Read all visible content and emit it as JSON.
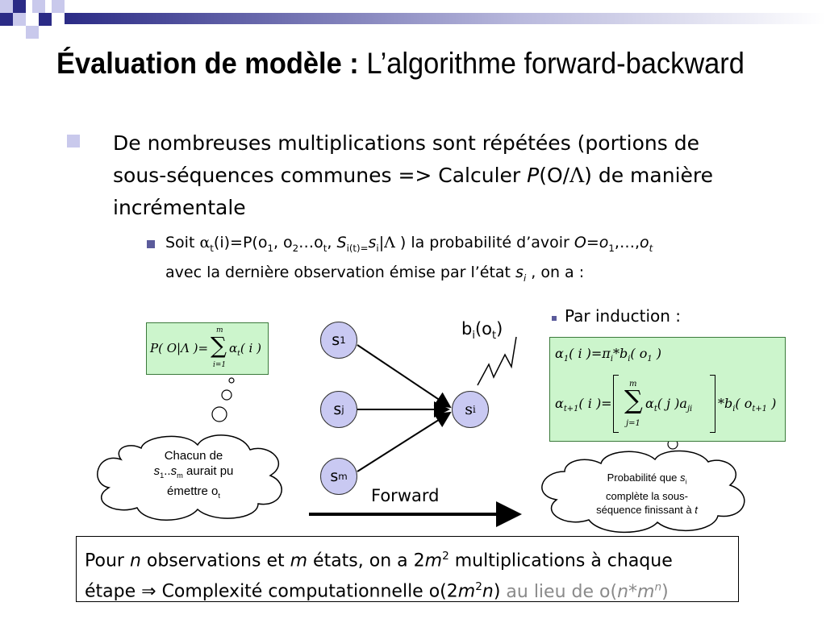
{
  "slide": {
    "title_bold": "Évaluation de modèle :",
    "title_regular": "L’algorithme forward-backward",
    "bullet_main": {
      "line1": "De nombreuses multiplications sont répétées (portions de",
      "line2_pre": "sous-séquences communes => Calculer ",
      "line2_p": "P",
      "line2_o": "(O/",
      "line2_lambda": "Λ",
      "line2_post": ") de manière",
      "line3": "incrémentale"
    },
    "bullet_sub": {
      "soit": "Soit ",
      "alpha": "α",
      "t": "t",
      "def1": "(i)=P(o",
      "s1": "1",
      "def2": ", o",
      "s2": "2",
      "def3": "…o",
      "st": "t",
      "def4": ", ",
      "S": "S",
      "Ssub": "i(t)=",
      "s": "s",
      "ssub": "i",
      "bar": "|",
      "lambda": "Λ",
      "def5": " ) la probabilité  d’avoir ",
      "O": "O",
      "eq": "=",
      "o1": "o",
      "o1s": "1",
      "dots": ",…,",
      "ot": "o",
      "ots": "t",
      "line2_pre": "avec la dernière observation émise  par l’état ",
      "line2_s": "s",
      "line2_ssub": "i",
      "line2_post": " ,   on a :"
    },
    "induction_label": "Par induction :",
    "forward_label": "Forward",
    "emission_label": {
      "b": "b",
      "i": "i",
      "open": "(o",
      "t": "t",
      "close": ")"
    },
    "nodes": [
      {
        "letter": "s",
        "sub": "1"
      },
      {
        "letter": "s",
        "sub": "j"
      },
      {
        "letter": "s",
        "sub": "m"
      },
      {
        "letter": "s",
        "sub": "i"
      }
    ],
    "formula_left": {
      "lhs": "P( O|Λ )=",
      "sum_top": "m",
      "sum_bottom": "i=1",
      "alpha": "α",
      "alpha_sub": "t",
      "rhs": "( i )"
    },
    "formula_right": {
      "l1_alpha": "α",
      "l1_sub": "1",
      "l1_mid": "( i )=π",
      "l1_pisub": "i",
      "l1_b": "*b",
      "l1_bsub": "i",
      "l1_o": "( o",
      "l1_osub": "1",
      "l1_end": " )",
      "l2_alpha": "α",
      "l2_sub": "t+1",
      "l2_mid": "( i )=",
      "l2_sum_top": "m",
      "l2_sum_bottom": "j=1",
      "l2_alpha2": "α",
      "l2_alpha2_sub": "t",
      "l2_inner": "( j )a",
      "l2_a_sub": "ji",
      "l2_b": "*b",
      "l2_bsub": "i",
      "l2_o": "( o",
      "l2_osub": "t+1",
      "l2_end": " )"
    },
    "cloud_left": {
      "line1": "Chacun de",
      "s1": "s",
      "s1sub": "1",
      "dots": "..",
      "sm": "s",
      "smsub": "m",
      "line2_post": " aurait pu",
      "line3": "émettre o",
      "line3_sub": "t"
    },
    "cloud_right": {
      "line1_pre": "Probabilité que ",
      "line1_s": "s",
      "line1_sub": "i",
      "line2": "complète la sous-",
      "line3_pre": "séquence finissant à ",
      "line3_t": "t"
    },
    "bottom": {
      "l1_a": "Pour ",
      "l1_n": "n",
      "l1_b": " observations et ",
      "l1_m": "m",
      "l1_c": " états, on a 2",
      "l1_m2": "m",
      "l1_sup": "2",
      "l1_d": " multiplications à chaque",
      "l2_a": "étape ",
      "l2_arrow": "⇒",
      "l2_b": " Complexité  computationnelle o(2",
      "l2_m": "m",
      "l2_sup": "2",
      "l2_n": "n",
      "l2_c": ")",
      "l2_gray_a": " au lieu de o(",
      "l2_gray_n": "n",
      "l2_gray_star": "*",
      "l2_gray_m": "m",
      "l2_gray_sup": "n",
      "l2_gray_b": ")"
    }
  },
  "colors": {
    "accent_dark": "#2b2b86",
    "accent_light": "#c9c9ec",
    "node_fill": "#c9c9f2",
    "formula_bg": "#ccf5cc"
  }
}
